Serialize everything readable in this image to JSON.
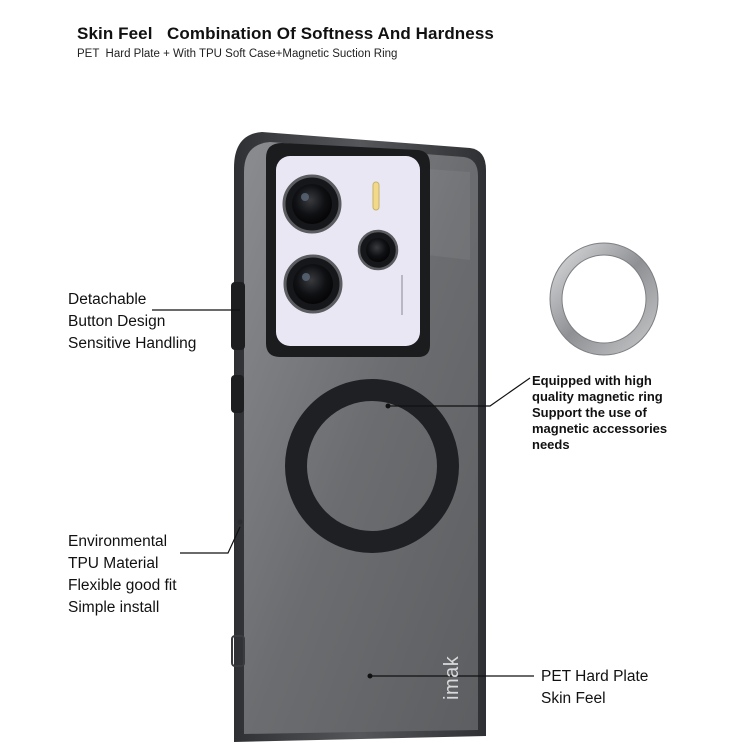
{
  "header": {
    "title": "Skin Feel   Combination Of Softness And Hardness",
    "subtitle": "PET  Hard Plate + With TPU Soft Case+Magnetic Suction Ring"
  },
  "callouts": {
    "buttons": [
      "Detachable",
      "Button Design",
      "Sensitive Handling"
    ],
    "tpu": [
      "Environmental",
      "TPU Material",
      "Flexible good fit",
      "Simple install"
    ],
    "magnetic": [
      "Equipped with high",
      "quality magnetic ring",
      "Support the use of",
      "magnetic accessories",
      "needs"
    ],
    "pet": [
      "PET Hard Plate",
      "Skin Feel"
    ]
  },
  "brand": {
    "logo_text": "imak"
  },
  "colors": {
    "case_body": "#6b6d70",
    "case_frame": "#3c3d40",
    "phone_back": "#e9e7f3",
    "ring": "#1f2023",
    "leader": "#111111"
  }
}
